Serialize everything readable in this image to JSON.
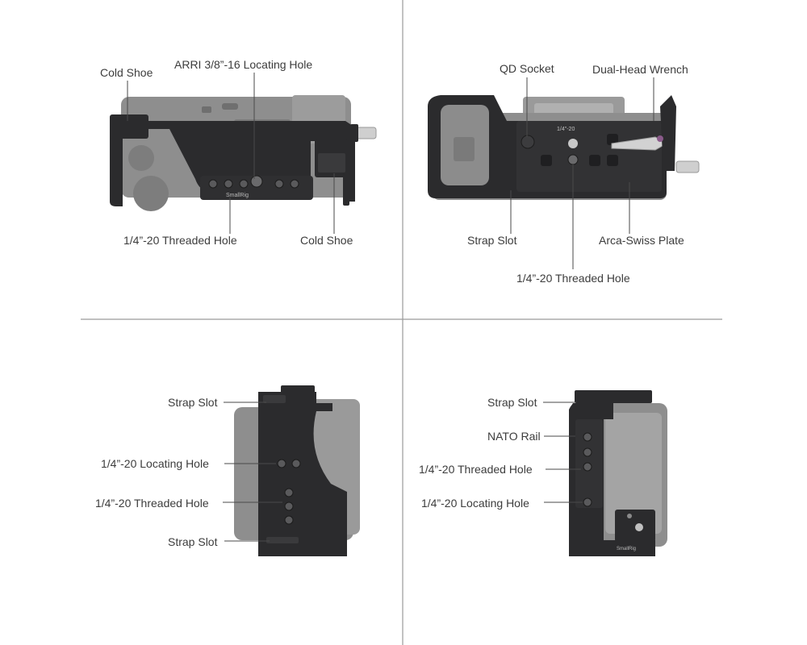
{
  "panels": {
    "top_left": {
      "cold_shoe_left": "Cold Shoe",
      "arri_hole": "ARRI 3/8”-16 Locating Hole",
      "threaded_hole": "1/4”-20 Threaded Hole",
      "cold_shoe_right": "Cold Shoe",
      "cage_engraving": "SmallRig"
    },
    "top_right": {
      "qd_socket": "QD Socket",
      "wrench": "Dual-Head Wrench",
      "strap_slot": "Strap Slot",
      "arca_plate": "Arca-Swiss Plate",
      "threaded_hole": "1/4”-20 Threaded Hole",
      "plate_engraving": "1/4\"-20"
    },
    "bottom_left": {
      "strap_slot_top": "Strap Slot",
      "locating_hole": "1/4”-20 Locating Hole",
      "threaded_hole": "1/4”-20 Threaded Hole",
      "strap_slot_bottom": "Strap Slot"
    },
    "bottom_right": {
      "strap_slot": "Strap Slot",
      "nato_rail": "NATO Rail",
      "threaded_hole": "1/4”-20 Threaded Hole",
      "locating_hole": "1/4”-20 Locating Hole",
      "cage_engraving": "SmallRig"
    }
  },
  "colors": {
    "cage": "#2b2b2d",
    "camera": "#8e8e8e",
    "camera_light": "#a8a8a8",
    "divider": "#9a9a9a",
    "leader": "#4a4a4a",
    "text": "#3c3c3c"
  }
}
